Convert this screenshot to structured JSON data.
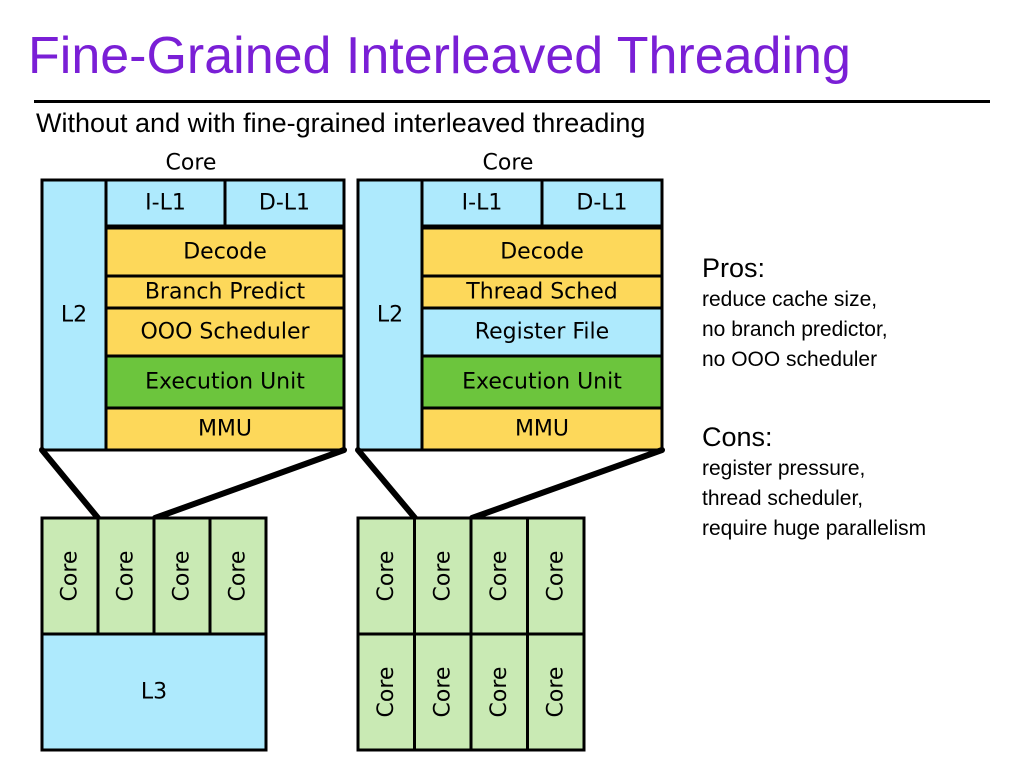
{
  "slide": {
    "title": "Fine-Grained Interleaved Threading",
    "subtitle": "Without and with fine-grained interleaved threading"
  },
  "colors": {
    "title": "#7a1fd6",
    "cache": "#aeeafd",
    "pipeline": "#fdd85a",
    "execution": "#6cc53d",
    "core_tile": "#c9eab4",
    "outline": "#000000",
    "text": "#000000"
  },
  "diagrams": [
    {
      "core_label": "Core",
      "l2_label": "L2",
      "l1_blocks": [
        "I-L1",
        "D-L1"
      ],
      "stages": [
        {
          "label": "Decode",
          "kind": "pipeline"
        },
        {
          "label": "Branch Predict",
          "kind": "pipeline"
        },
        {
          "label": "OOO Scheduler",
          "kind": "pipeline"
        },
        {
          "label": "Execution Unit",
          "kind": "execution"
        },
        {
          "label": "MMU",
          "kind": "pipeline"
        }
      ],
      "chip_rows": [
        [
          "Core",
          "Core",
          "Core",
          "Core"
        ]
      ],
      "shared_cache_label": "L3"
    },
    {
      "core_label": "Core",
      "l2_label": "L2",
      "l1_blocks": [
        "I-L1",
        "D-L1"
      ],
      "stages": [
        {
          "label": "Decode",
          "kind": "pipeline"
        },
        {
          "label": "Thread Sched",
          "kind": "pipeline"
        },
        {
          "label": "Register File",
          "kind": "cache"
        },
        {
          "label": "Execution Unit",
          "kind": "execution"
        },
        {
          "label": "MMU",
          "kind": "pipeline"
        }
      ],
      "chip_rows": [
        [
          "Core",
          "Core",
          "Core",
          "Core"
        ],
        [
          "Core",
          "Core",
          "Core",
          "Core"
        ]
      ],
      "shared_cache_label": ""
    }
  ],
  "pros": {
    "heading": "Pros:",
    "items": [
      "reduce cache size,",
      "no branch predictor,",
      "no OOO scheduler"
    ]
  },
  "cons": {
    "heading": "Cons:",
    "items": [
      "register pressure,",
      "thread scheduler,",
      "require huge parallelism"
    ]
  }
}
